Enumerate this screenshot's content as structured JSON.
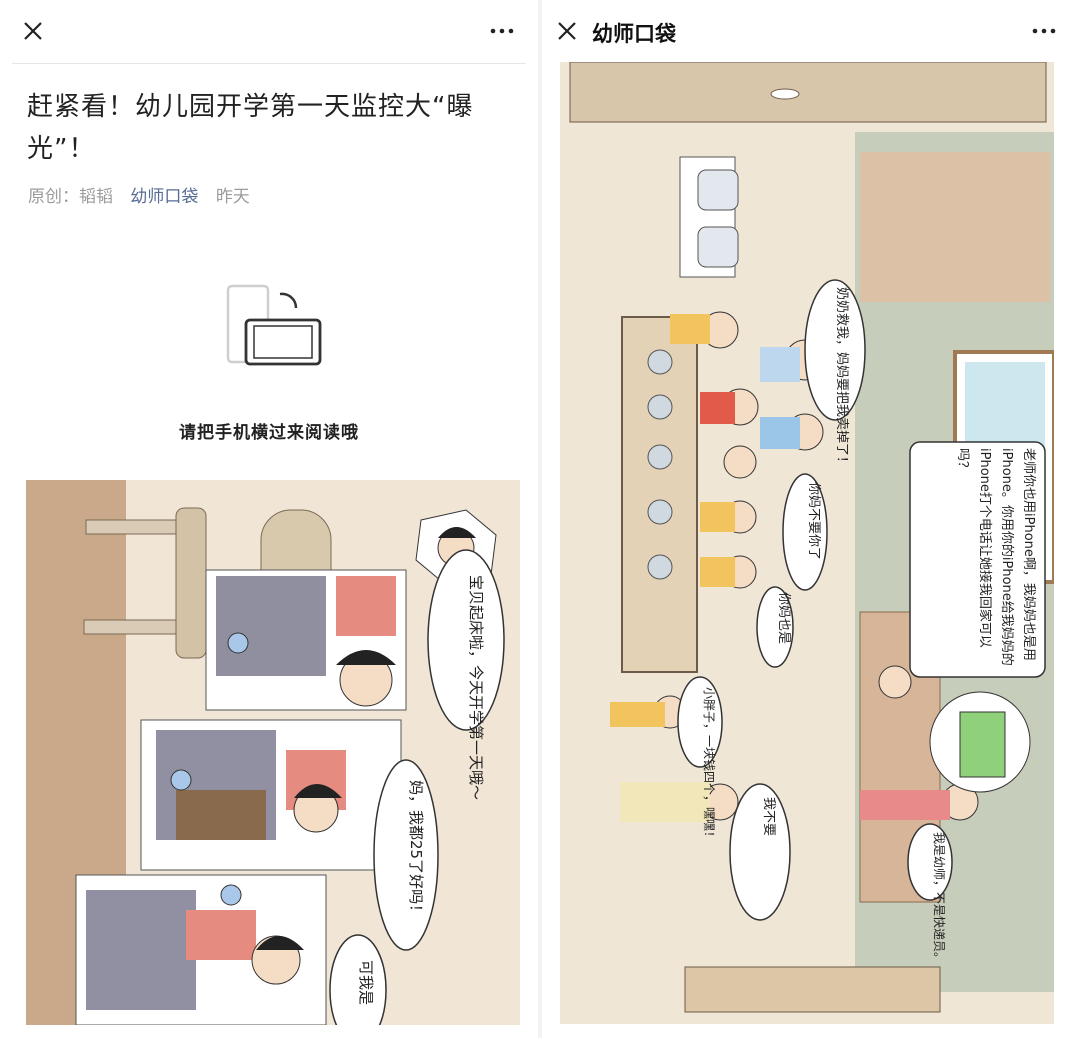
{
  "left": {
    "article_title": "赶紧看！幼儿园开学第一天监控大“曝光”！",
    "meta": {
      "original": "原创：韬韬",
      "account": "幼师口袋",
      "time": "昨天"
    },
    "rotate_hint": "请把手机横过来阅读哦",
    "comic_bubbles": [
      "宝贝起床啦，今天开学第一天哦～",
      "妈，我都25了好吗！",
      "可我是"
    ]
  },
  "right": {
    "topbar_title": "幼师口袋",
    "comic_bubbles": [
      "奶奶救我，妈妈要把我卖掉了！",
      "你妈不要你了",
      "你妈也是",
      "老师你也用iPhone啊，我妈妈也是用iPhone。你用你的iPhone给我妈妈的iPhone打个电话让她接我回家可以吗？",
      "小胖子，一块钱四个，嘿嘿！",
      "我不要",
      "我是幼师，不是快递员。"
    ]
  },
  "icons": {
    "close": "close-icon",
    "more": "more-icon",
    "rotate": "rotate-phone-icon"
  },
  "colors": {
    "link": "#576b95",
    "meta": "#9b9b9b"
  }
}
